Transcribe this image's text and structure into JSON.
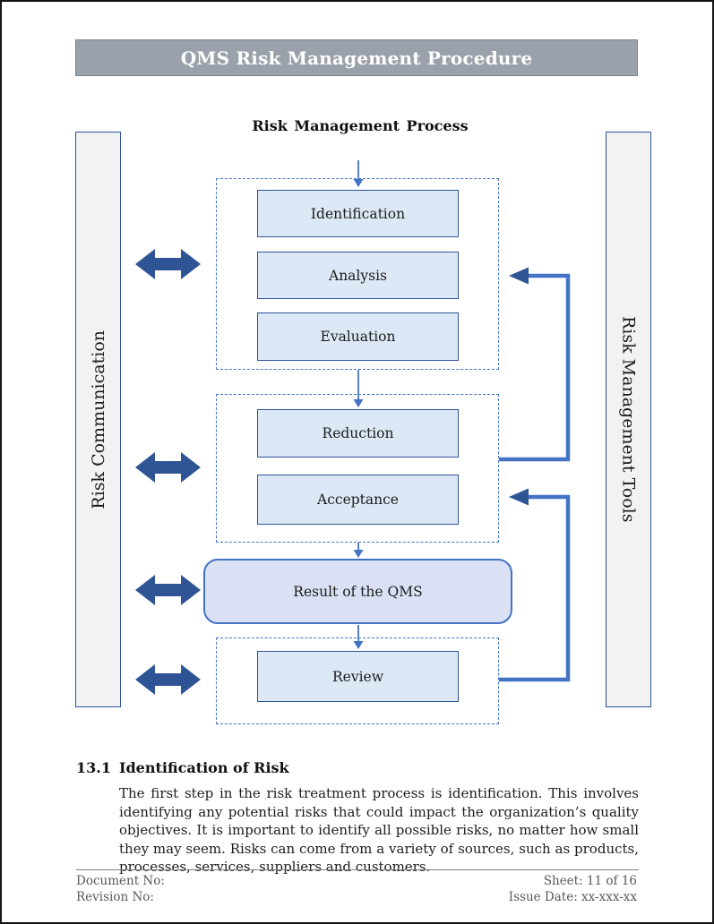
{
  "header": {
    "title": "QMS Risk Management Procedure"
  },
  "diagram": {
    "title": "Risk Management Process",
    "left_panel_label": "Risk Communication",
    "right_panel_label": "Risk Management Tools",
    "boxes": {
      "identification": "Identification",
      "analysis": "Analysis",
      "evaluation": "Evaluation",
      "reduction": "Reduction",
      "acceptance": "Acceptance",
      "result": "Result of the QMS",
      "review": "Review"
    }
  },
  "section": {
    "number": "13.1",
    "heading": "Identification of Risk",
    "body": "The first step in the risk treatment process is identification. This involves identifying any potential risks that could impact the organization’s quality objectives. It is important to identify all possible risks, no matter how small they may seem. Risks can come from a variety of sources, such as products, processes, services, suppliers and customers."
  },
  "footer": {
    "document_no": "Document No:",
    "revision_no": "Revision No:",
    "sheet": "Sheet: 11 of 16",
    "issue_date": "Issue Date: xx-xxx-xx"
  },
  "colors": {
    "accent_dark_blue": "#2f5496",
    "connector_blue": "#4472c4",
    "process_box_fill": "#dce8f5",
    "result_box_fill": "#dbe1f4",
    "panel_fill": "#f2f2f2",
    "header_bar_fill": "#9ba1ab"
  }
}
